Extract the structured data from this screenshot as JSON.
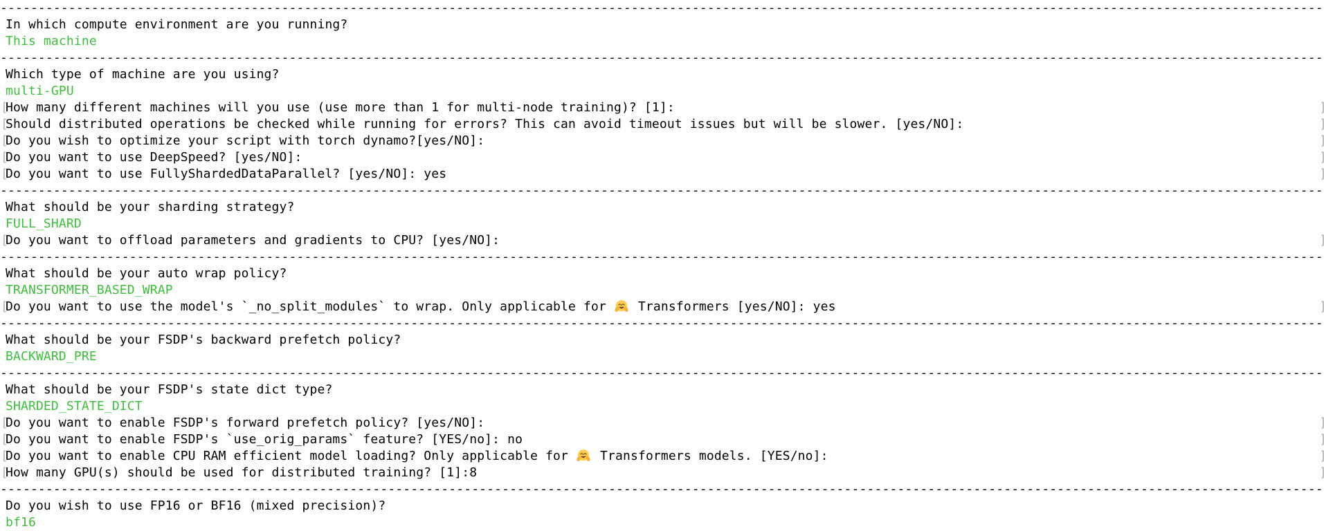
{
  "terminal": {
    "colors": {
      "background": "#ffffff",
      "text": "#000000",
      "answer_green": "#3cc03c",
      "bracket_gray": "#b4b4b4"
    },
    "separator_char": "-",
    "bracket_left": "[",
    "bracket_right": "]",
    "emoji": "🤗",
    "emoji_name": "hugging-face-emoji",
    "rows": [
      {
        "type": "separator"
      },
      {
        "type": "question",
        "text": "In which compute environment are you running?"
      },
      {
        "type": "answer",
        "text": "This machine"
      },
      {
        "type": "separator"
      },
      {
        "type": "question",
        "text": "Which type of machine are you using?"
      },
      {
        "type": "answer",
        "text": "multi-GPU"
      },
      {
        "type": "prompt",
        "text": "How many different machines will you use (use more than 1 for multi-node training)? [1]:"
      },
      {
        "type": "prompt",
        "text": "Should distributed operations be checked while running for errors? This can avoid timeout issues but will be slower. [yes/NO]:"
      },
      {
        "type": "prompt",
        "text": "Do you wish to optimize your script with torch dynamo?[yes/NO]:"
      },
      {
        "type": "prompt",
        "text": "Do you want to use DeepSpeed? [yes/NO]:"
      },
      {
        "type": "prompt",
        "text": "Do you want to use FullyShardedDataParallel? [yes/NO]: yes"
      },
      {
        "type": "separator"
      },
      {
        "type": "question",
        "text": "What should be your sharding strategy?"
      },
      {
        "type": "answer",
        "text": "FULL_SHARD"
      },
      {
        "type": "prompt",
        "text": "Do you want to offload parameters and gradients to CPU? [yes/NO]:"
      },
      {
        "type": "separator"
      },
      {
        "type": "question",
        "text": "What should be your auto wrap policy?"
      },
      {
        "type": "answer",
        "text": "TRANSFORMER_BASED_WRAP"
      },
      {
        "type": "prompt",
        "text": "Do you want to use the model's `_no_split_modules` to wrap. Only applicable for 🤗 Transformers [yes/NO]: yes"
      },
      {
        "type": "separator"
      },
      {
        "type": "question",
        "text": "What should be your FSDP's backward prefetch policy?"
      },
      {
        "type": "answer",
        "text": "BACKWARD_PRE"
      },
      {
        "type": "separator"
      },
      {
        "type": "question",
        "text": "What should be your FSDP's state dict type?"
      },
      {
        "type": "answer",
        "text": "SHARDED_STATE_DICT"
      },
      {
        "type": "prompt",
        "text": "Do you want to enable FSDP's forward prefetch policy? [yes/NO]:"
      },
      {
        "type": "prompt",
        "text": "Do you want to enable FSDP's `use_orig_params` feature? [YES/no]: no"
      },
      {
        "type": "prompt",
        "text": "Do you want to enable CPU RAM efficient model loading? Only applicable for 🤗 Transformers models. [YES/no]:"
      },
      {
        "type": "prompt",
        "text": "How many GPU(s) should be used for distributed training? [1]:8"
      },
      {
        "type": "separator"
      },
      {
        "type": "question",
        "text": "Do you wish to use FP16 or BF16 (mixed precision)?"
      },
      {
        "type": "answer",
        "text": "bf16"
      }
    ]
  }
}
